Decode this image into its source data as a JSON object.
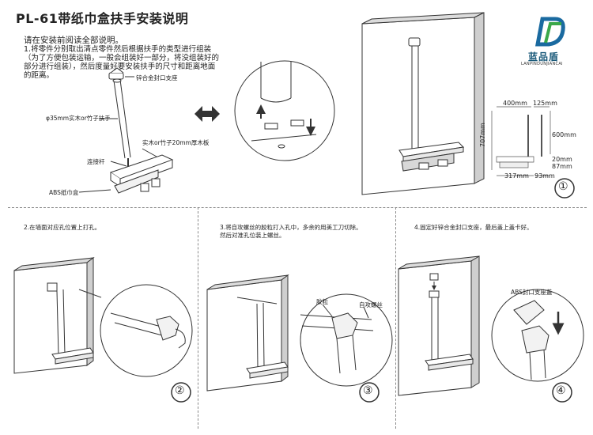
{
  "title": "PL-61带纸巾盒扶手安装说明",
  "intro": {
    "heading": "请在安装前阅读全部说明。",
    "body": "1.将零件分别取出清点零件然后根据扶手的类型进行组装（为了方便包装运输，一般会组装好一部分，将没组装好的部分进行组装），然后度量好要安装扶手的尺寸和距离地面的距离。"
  },
  "labels": {
    "cap_support": "锌合金封口支座",
    "tube": "φ35mm实木or竹子扶手",
    "plate": "实木or竹子20mm厚木板",
    "rod": "连接杆",
    "box": "ABS纸巾盒",
    "dowel": "胶粒",
    "screw": "自攻螺丝",
    "cap_cover": "ABS封口支座盖"
  },
  "logo": {
    "name": "蓝品盾",
    "sub": "LANPINDUNJIANCAI"
  },
  "dimensions": [
    "400mm",
    "125mm",
    "707mm",
    "600mm",
    "20mm",
    "87mm",
    "317mm",
    "93mm"
  ],
  "steps": {
    "s1": "①",
    "s2": "②",
    "s3": "③",
    "s4": "④",
    "s2_text": "2.在墙面对应孔位置上打孔。",
    "s3_text_1": "3.将自攻螺丝的胶粒打入孔中，多余的用美工刀切除。",
    "s3_text_2": "然后对准孔位装上螺丝。",
    "s4_text": "4.固定好锌合金封口支座，最后盖上盖卡好。"
  },
  "colors": {
    "line": "#333333",
    "wall_shade": "#dcdcdc",
    "panel_light": "#eeeeee",
    "logo_blue": "#1a6aa0",
    "logo_green": "#3aa84a"
  }
}
